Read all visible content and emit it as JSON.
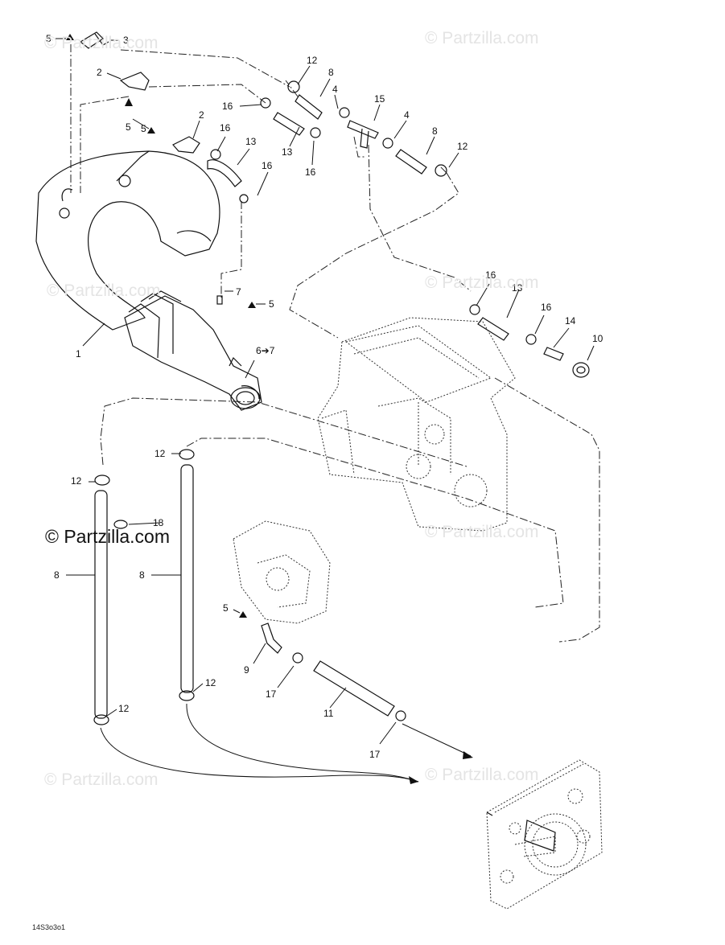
{
  "watermarks": {
    "light": [
      "© Partzilla.com",
      "© Partzilla.com",
      "© Partzilla.com",
      "© Partzilla.com",
      "© Partzilla.com",
      "© Partzilla.com",
      "© Partzilla.com"
    ],
    "dark": "© Partzilla.com"
  },
  "drawing_code": "14S3o3o1",
  "callouts": [
    "5",
    "3",
    "2",
    "5",
    "5",
    "2",
    "16",
    "16",
    "13",
    "16",
    "12",
    "8",
    "4",
    "15",
    "4",
    "8",
    "12",
    "13",
    "16",
    "7",
    "5",
    "1",
    "6➔7",
    "16",
    "13",
    "16",
    "14",
    "10",
    "12",
    "12",
    "18",
    "8",
    "8",
    "5",
    "9",
    "17",
    "11",
    "17",
    "12",
    "12"
  ]
}
